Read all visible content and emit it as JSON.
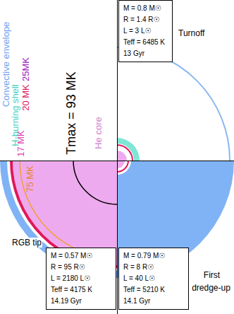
{
  "diagram": {
    "nodes": [
      {
        "text": [
          "Turnoff",
          "M = 0.8 M☉",
          "R = 1.4 R☉",
          "L = 3 L☉",
          "Teff = 6485 K",
          "13 Gyr"
        ]
      },
      {
        "text": [
          "RGB tip",
          "M = 0.57 M☉",
          "R = 95 R☉",
          "L = 2180 L☉",
          "Teff = 4175 K",
          "14.19 Gyr"
        ]
      },
      {
        "text": [
          "First dredge-up",
          "M = 0.79 M☉",
          "R = 8 R☉",
          "L = 40 L☉",
          "Teff = 5210 K",
          "14.1 Gyr"
        ]
      }
    ],
    "labels": [
      "Convective envelope",
      "H-burning shell",
      "17 MK",
      "20 MK",
      "25MK",
      "75 MK",
      "Tmax = 93 MK",
      "He core"
    ]
  }
}
